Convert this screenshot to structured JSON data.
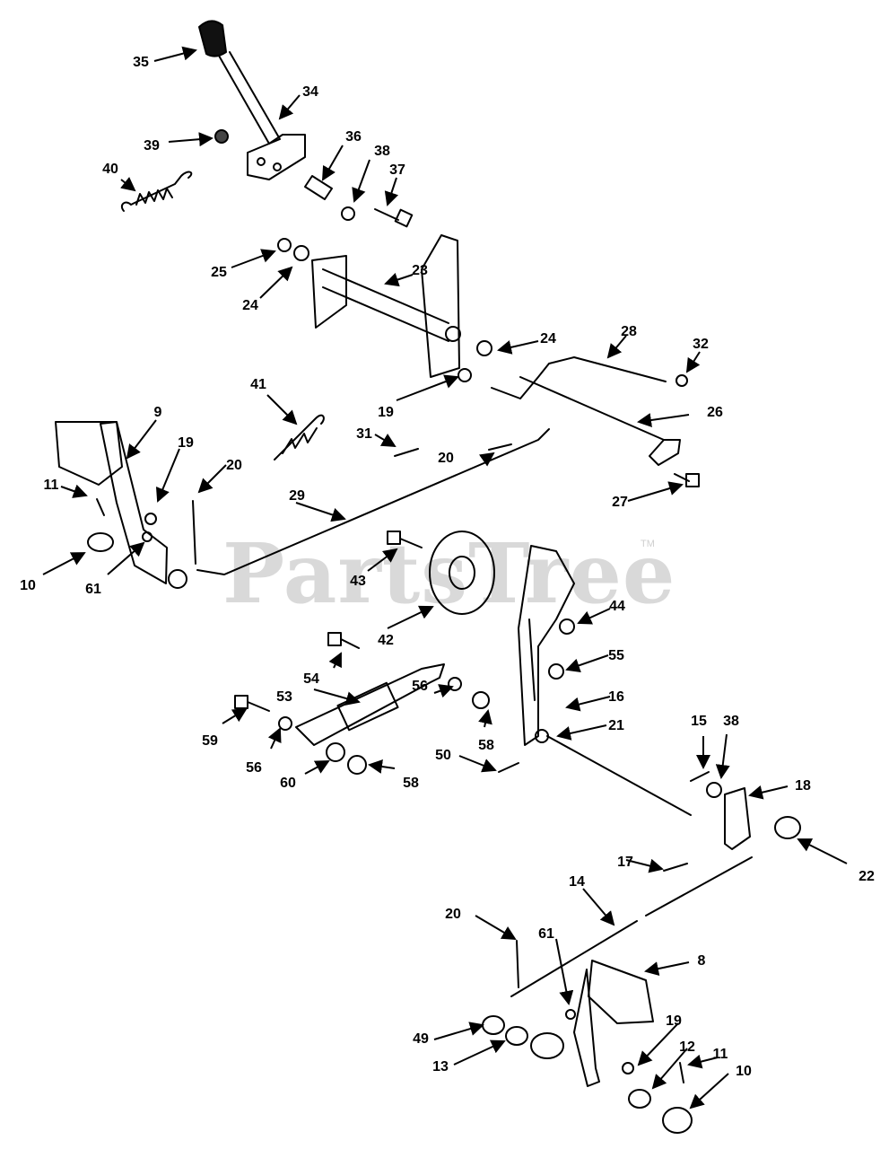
{
  "watermark": {
    "text": "PartsTree",
    "trademark": "TM"
  },
  "callouts": [
    {
      "id": "c35",
      "label": "35"
    },
    {
      "id": "c34",
      "label": "34"
    },
    {
      "id": "c39",
      "label": "39"
    },
    {
      "id": "c36",
      "label": "36"
    },
    {
      "id": "c38a",
      "label": "38"
    },
    {
      "id": "c37",
      "label": "37"
    },
    {
      "id": "c40",
      "label": "40"
    },
    {
      "id": "c25",
      "label": "25"
    },
    {
      "id": "c24a",
      "label": "24"
    },
    {
      "id": "c23",
      "label": "23"
    },
    {
      "id": "c24b",
      "label": "24"
    },
    {
      "id": "c28",
      "label": "28"
    },
    {
      "id": "c32",
      "label": "32"
    },
    {
      "id": "c41",
      "label": "41"
    },
    {
      "id": "c19a",
      "label": "19"
    },
    {
      "id": "c26",
      "label": "26"
    },
    {
      "id": "c9",
      "label": "9"
    },
    {
      "id": "c19b",
      "label": "19"
    },
    {
      "id": "c31",
      "label": "31"
    },
    {
      "id": "c20a",
      "label": "20"
    },
    {
      "id": "c11a",
      "label": "11"
    },
    {
      "id": "c20b",
      "label": "20"
    },
    {
      "id": "c29",
      "label": "29"
    },
    {
      "id": "c27",
      "label": "27"
    },
    {
      "id": "c10a",
      "label": "10"
    },
    {
      "id": "c61a",
      "label": "61"
    },
    {
      "id": "c43",
      "label": "43"
    },
    {
      "id": "c44",
      "label": "44"
    },
    {
      "id": "c42",
      "label": "42"
    },
    {
      "id": "c55",
      "label": "55"
    },
    {
      "id": "c54",
      "label": "54"
    },
    {
      "id": "c53",
      "label": "53"
    },
    {
      "id": "c16",
      "label": "16"
    },
    {
      "id": "c56a",
      "label": "56"
    },
    {
      "id": "c59",
      "label": "59"
    },
    {
      "id": "c21",
      "label": "21"
    },
    {
      "id": "c58a",
      "label": "58"
    },
    {
      "id": "c15",
      "label": "15"
    },
    {
      "id": "c38b",
      "label": "38"
    },
    {
      "id": "c56b",
      "label": "56"
    },
    {
      "id": "c50",
      "label": "50"
    },
    {
      "id": "c18",
      "label": "18"
    },
    {
      "id": "c60",
      "label": "60"
    },
    {
      "id": "c58b",
      "label": "58"
    },
    {
      "id": "c22",
      "label": "22"
    },
    {
      "id": "c17",
      "label": "17"
    },
    {
      "id": "c14",
      "label": "14"
    },
    {
      "id": "c20c",
      "label": "20"
    },
    {
      "id": "c61b",
      "label": "61"
    },
    {
      "id": "c8",
      "label": "8"
    },
    {
      "id": "c19c",
      "label": "19"
    },
    {
      "id": "c49",
      "label": "49"
    },
    {
      "id": "c12",
      "label": "12"
    },
    {
      "id": "c11b",
      "label": "11"
    },
    {
      "id": "c13",
      "label": "13"
    },
    {
      "id": "c10b",
      "label": "10"
    }
  ]
}
